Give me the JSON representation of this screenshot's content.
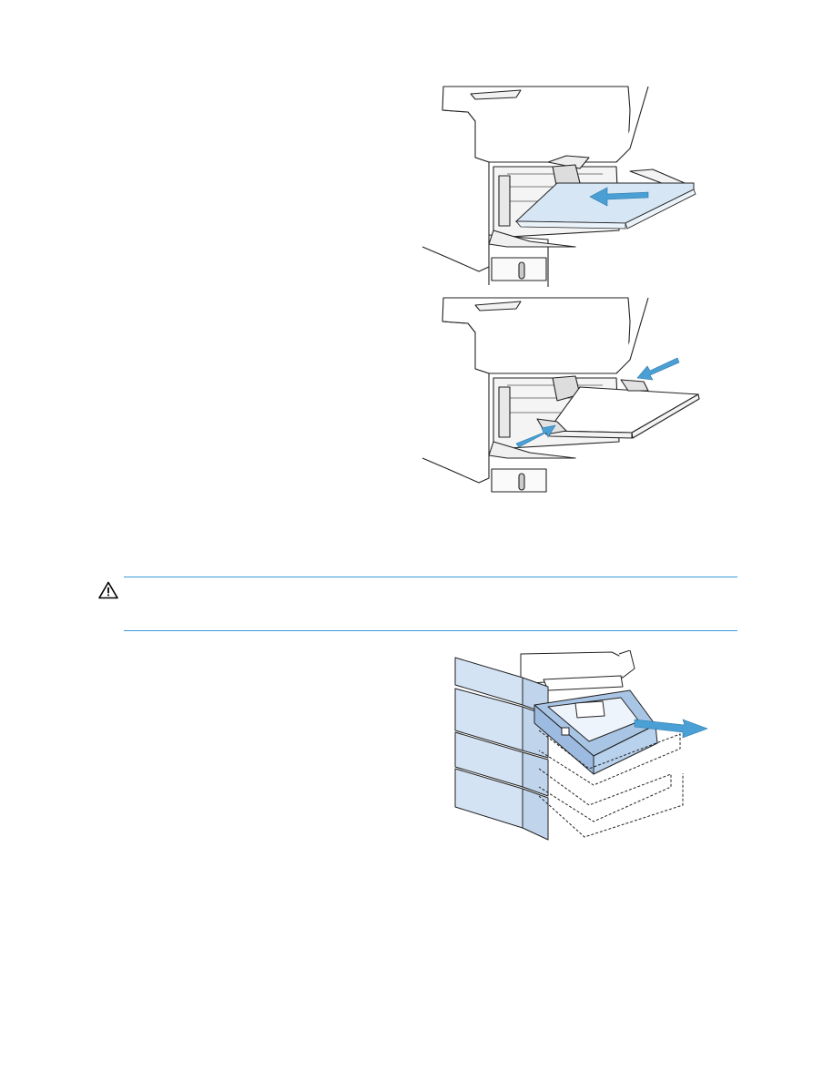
{
  "page": {
    "background": "#ffffff",
    "accent_color": "#3a9ad9",
    "arrow_color": "#4a9fd4",
    "paper_color": "#d6e6f5"
  },
  "figures": [
    {
      "id": "tray1-insert-paper",
      "icon": "printer-tray1-load-paper-illustration"
    },
    {
      "id": "tray1-adjust-guides",
      "icon": "printer-tray1-adjust-width-guides-illustration"
    },
    {
      "id": "tray-pull-out",
      "icon": "printer-optional-trays-pull-out-illustration"
    }
  ],
  "caution": {
    "icon": "caution-warning-icon"
  }
}
